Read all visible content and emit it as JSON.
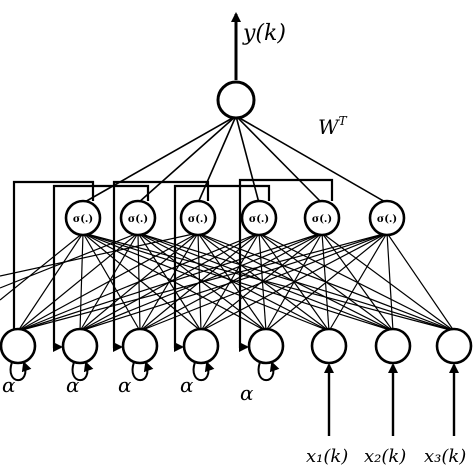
{
  "diagram": {
    "output_label": "y(k)",
    "weight_label": "W",
    "weight_superscript": "T",
    "activation_label": "σ(.)",
    "feedback_label": "α",
    "input_labels": [
      "x₁(k)",
      "x₂(k)",
      "x₃(k)"
    ]
  },
  "nodes": {
    "output_count": 1,
    "hidden_count": 6,
    "context_count": 5,
    "input_count": 3
  }
}
